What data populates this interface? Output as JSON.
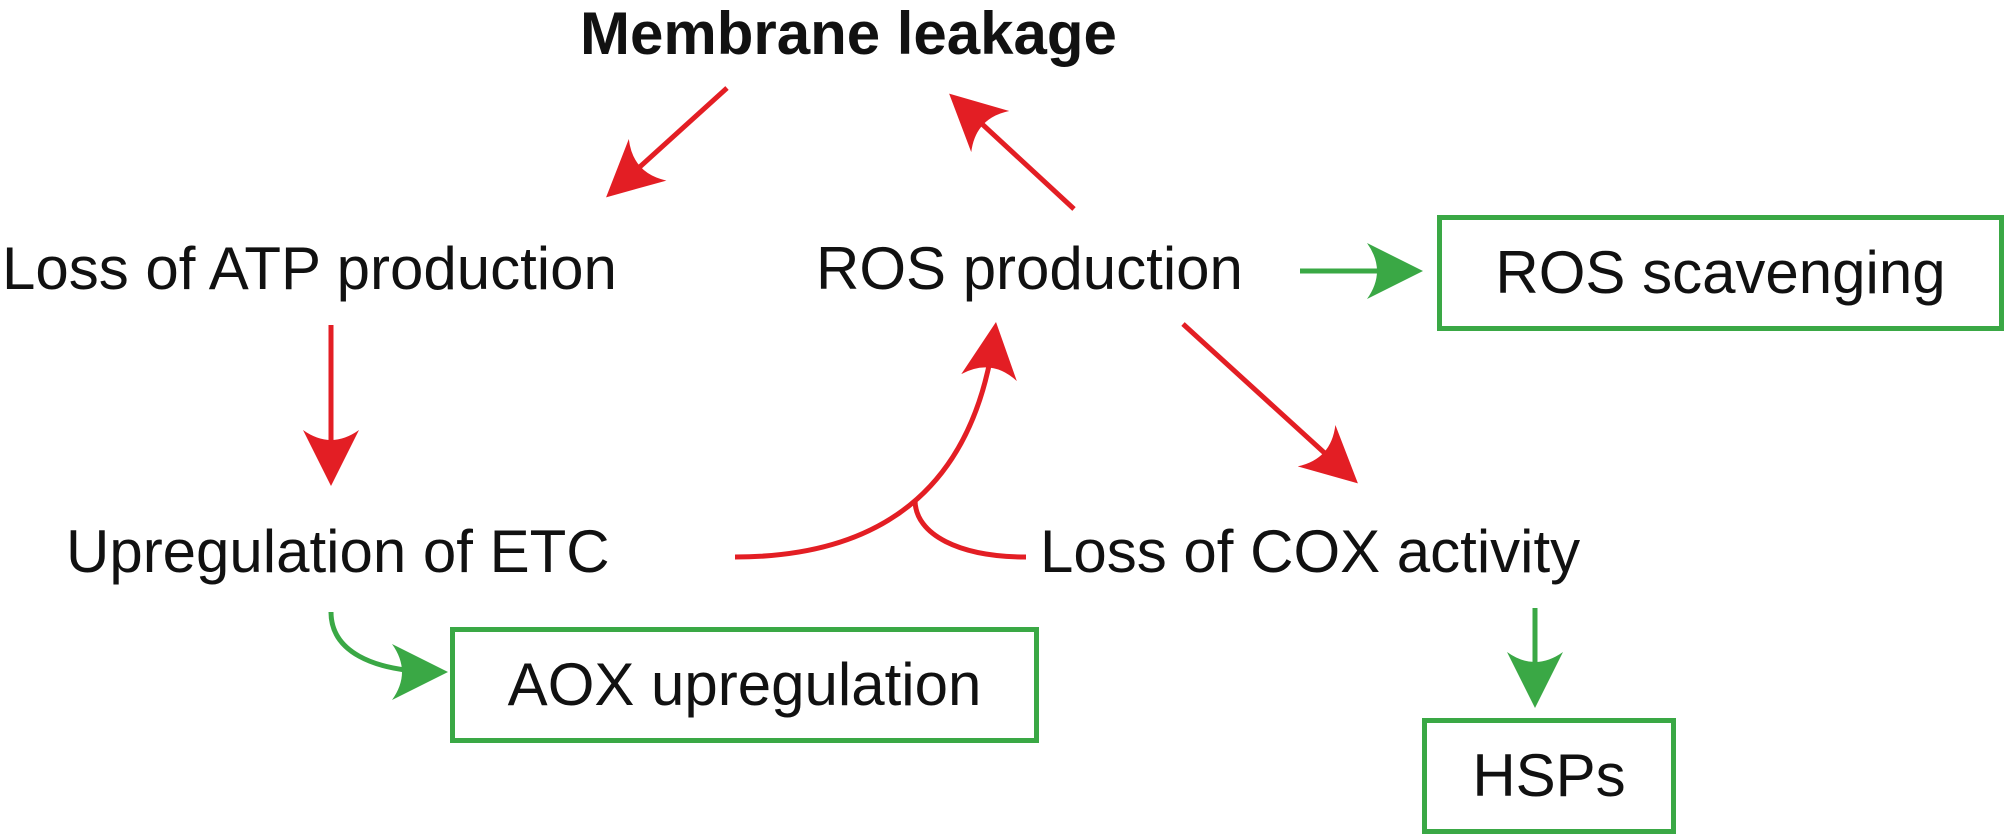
{
  "nodes": {
    "membrane_leakage": "Membrane leakage",
    "loss_of_atp": "Loss of ATP production",
    "ros_production": "ROS production",
    "ros_scavenging": "ROS scavenging",
    "upregulation_etc": "Upregulation of ETC",
    "loss_of_cox": "Loss of COX activity",
    "aox_upregulation": "AOX upregulation",
    "hsps": "HSPs"
  },
  "colors": {
    "damage_arrow": "#e31e24",
    "response_arrow": "#3aa845",
    "response_box_border": "#3aa845",
    "text": "#111111"
  }
}
